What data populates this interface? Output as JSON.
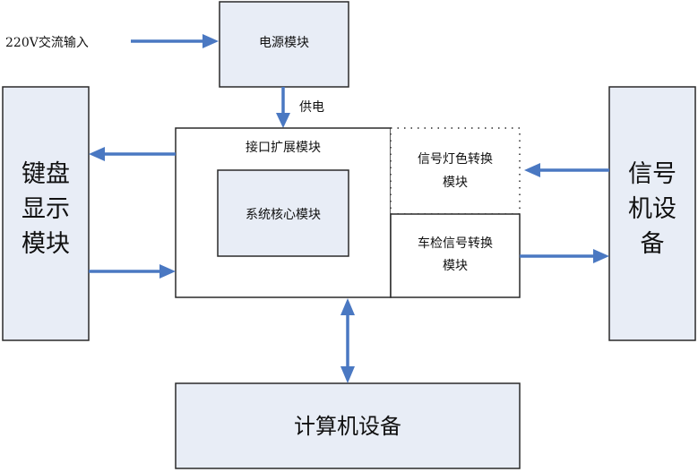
{
  "colors": {
    "box_fill": "#e8edf6",
    "arrow": "#4a78c2",
    "border": "#2a2a2a"
  },
  "labels": {
    "input_220v": "220V交流输入",
    "power_module": "电源模块",
    "power_supply": "供电",
    "keyboard_display": [
      "键盘",
      "显示",
      "模块"
    ],
    "interface_expansion": "接口扩展模块",
    "system_core": "系统核心模块",
    "signal_light_conv": [
      "信号灯色转换",
      "模块"
    ],
    "vehicle_detect_conv": [
      "车检信号转换",
      "模块"
    ],
    "signal_device": [
      "信号",
      "机设",
      "备"
    ],
    "computer_device": "计算机设备"
  }
}
